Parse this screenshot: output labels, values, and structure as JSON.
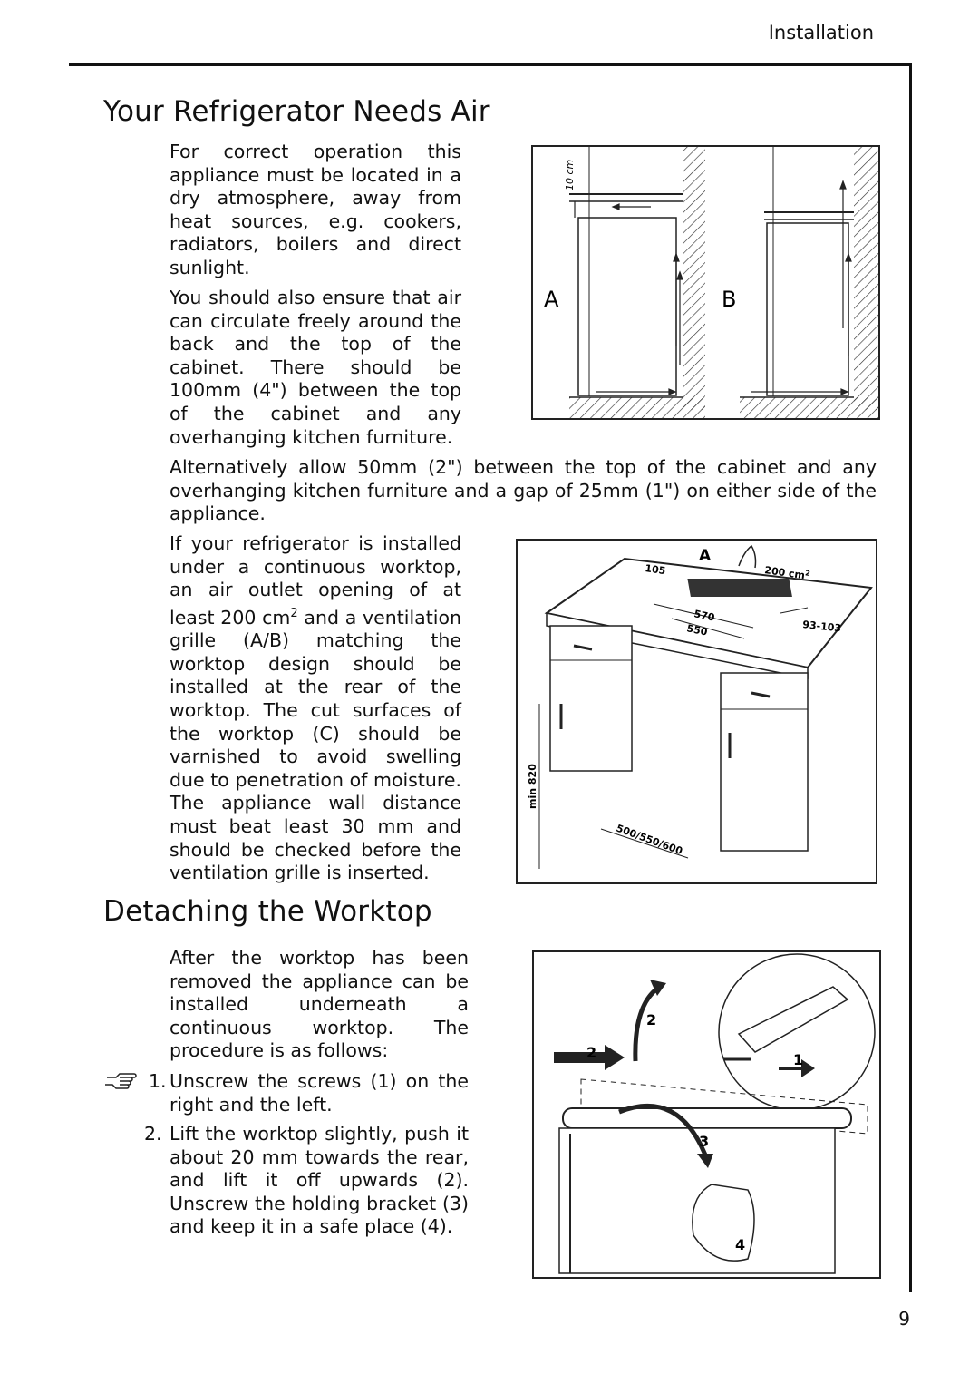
{
  "header": {
    "section": "Installation"
  },
  "section1": {
    "title": "Your Refrigerator Needs Air",
    "p1": "For correct operation this appliance must be located in a dry atmosphere, away from heat sources, e.g. cookers, radiators, boilers and direct sunlight.",
    "p2": "You should also ensure that air can circulate freely around the back and the top of the cabinet. There should be 100mm (4\") between the top of the cabinet and any overhanging kitchen furniture.",
    "p3": "Alternatively allow 50mm (2\") between the top of the cabinet and any overhanging kitchen furniture and a gap of 25mm (1\") on either side of the appliance.",
    "p4_pre": "If your refrigerator is installed under a continuous worktop, an air outlet opening of at least 200 cm",
    "p4_sup": "2",
    "p4_post": " and a ventilation grille (A/B) matching the worktop design should be installed at the rear of the worktop. The cut surfaces of the worktop (C) should be varnished to avoid swelling due to penetration of moisture. The appliance wall distance must beat least 30 mm and should be checked before the ventilation grille is inserted."
  },
  "figure1": {
    "dim_label": "10 cm",
    "label_a": "A",
    "label_b": "B"
  },
  "figure2": {
    "label_a": "A",
    "dim_105": "105",
    "dim_200": "200 cm",
    "dim_200_sup": "2",
    "dim_570": "570",
    "dim_550": "550",
    "dim_93": "93-103",
    "dim_min820": "min 820",
    "dim_depth": "500/550/600"
  },
  "section2": {
    "title": "Detaching the Worktop",
    "p1": "After the worktop has been removed the appliance can be installed underneath a continuous worktop. The procedure is as follows:",
    "step1_num": "1.",
    "step1": "Unscrew the screws (1) on the right and the left.",
    "step2_num": "2.",
    "step2": "Lift the worktop slightly, push it about 20 mm towards the rear, and lift it off upwards (2). Unscrew the holding bracket (3) and keep it in a safe place (4)."
  },
  "figure3": {
    "n1": "1",
    "n2a": "2",
    "n2b": "2",
    "n3": "3",
    "n4": "4"
  },
  "footer": {
    "page": "9"
  }
}
